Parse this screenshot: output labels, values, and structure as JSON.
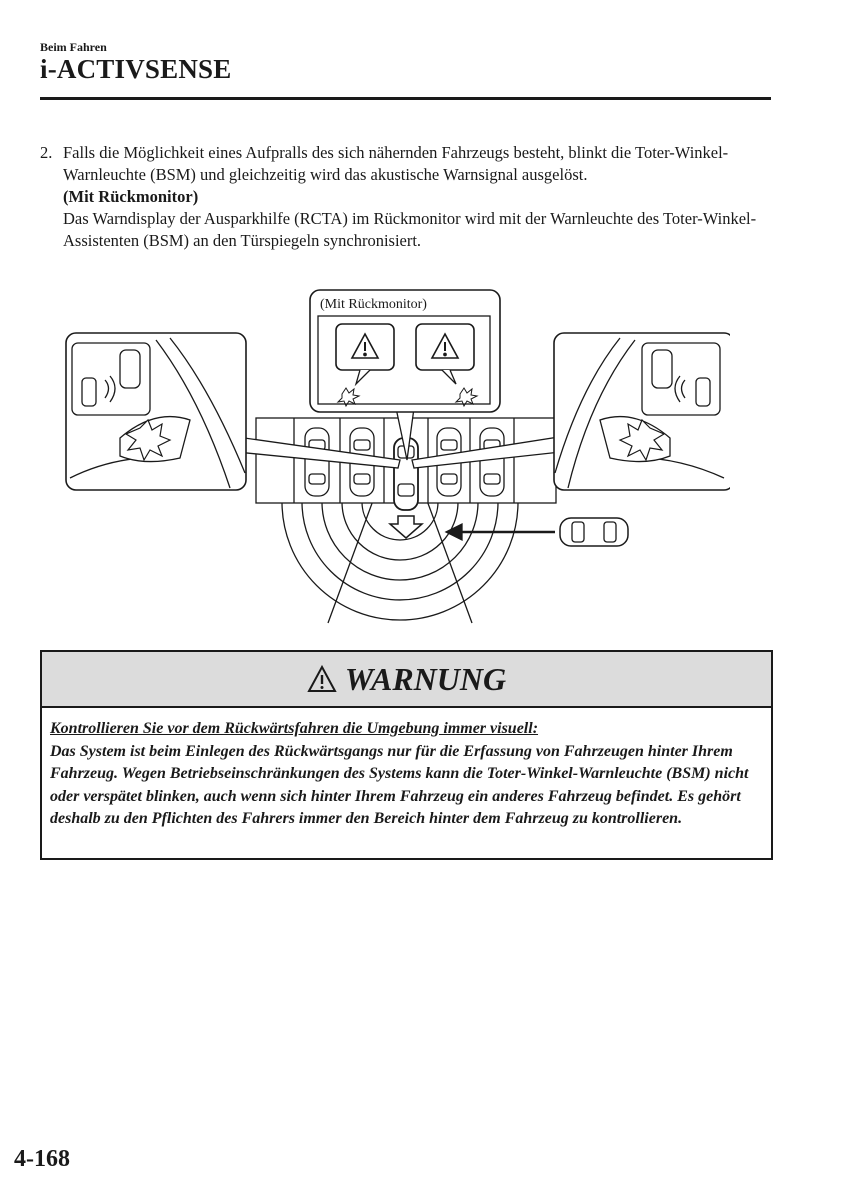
{
  "header": {
    "section": "Beim Fahren",
    "title": "i-ACTIVSENSE"
  },
  "step": {
    "number": "2.",
    "text": "Falls die Möglichkeit eines Aufpralls des sich nähernden Fahrzeugs besteht, blinkt die Toter-Winkel-Warnleuchte (BSM) und gleichzeitig wird das akustische Warnsignal ausgelöst.",
    "subheading": "(Mit Rückmonitor)",
    "subtext": "Das Warndisplay der Ausparkhilfe (RCTA) im Rückmonitor wird mit der Warnleuchte des Toter-Winkel-Assistenten (BSM) an den Türspiegeln synchronisiert."
  },
  "figure": {
    "monitor_label": "(Mit Rückmonitor)",
    "icons": [
      "warning-triangle-icon",
      "car-icon",
      "mirror-icon",
      "flash-icon"
    ]
  },
  "warning": {
    "title": "WARNUNG",
    "lead": "Kontrollieren Sie vor dem Rückwärtsfahren die Umgebung immer visuell:",
    "body": "Das System ist beim Einlegen des Rückwärtsgangs nur für die Erfassung von Fahrzeugen hinter Ihrem Fahrzeug. Wegen Betriebseinschränkungen des Systems kann die Toter-Winkel-Warnleuchte (BSM) nicht oder verspätet blinken, auch wenn sich hinter Ihrem Fahrzeug ein anderes Fahrzeug befindet. Es gehört deshalb zu den Pflichten des Fahrers immer den Bereich hinter dem Fahrzeug zu kontrollieren."
  },
  "footer": {
    "page_number": "4-168"
  }
}
